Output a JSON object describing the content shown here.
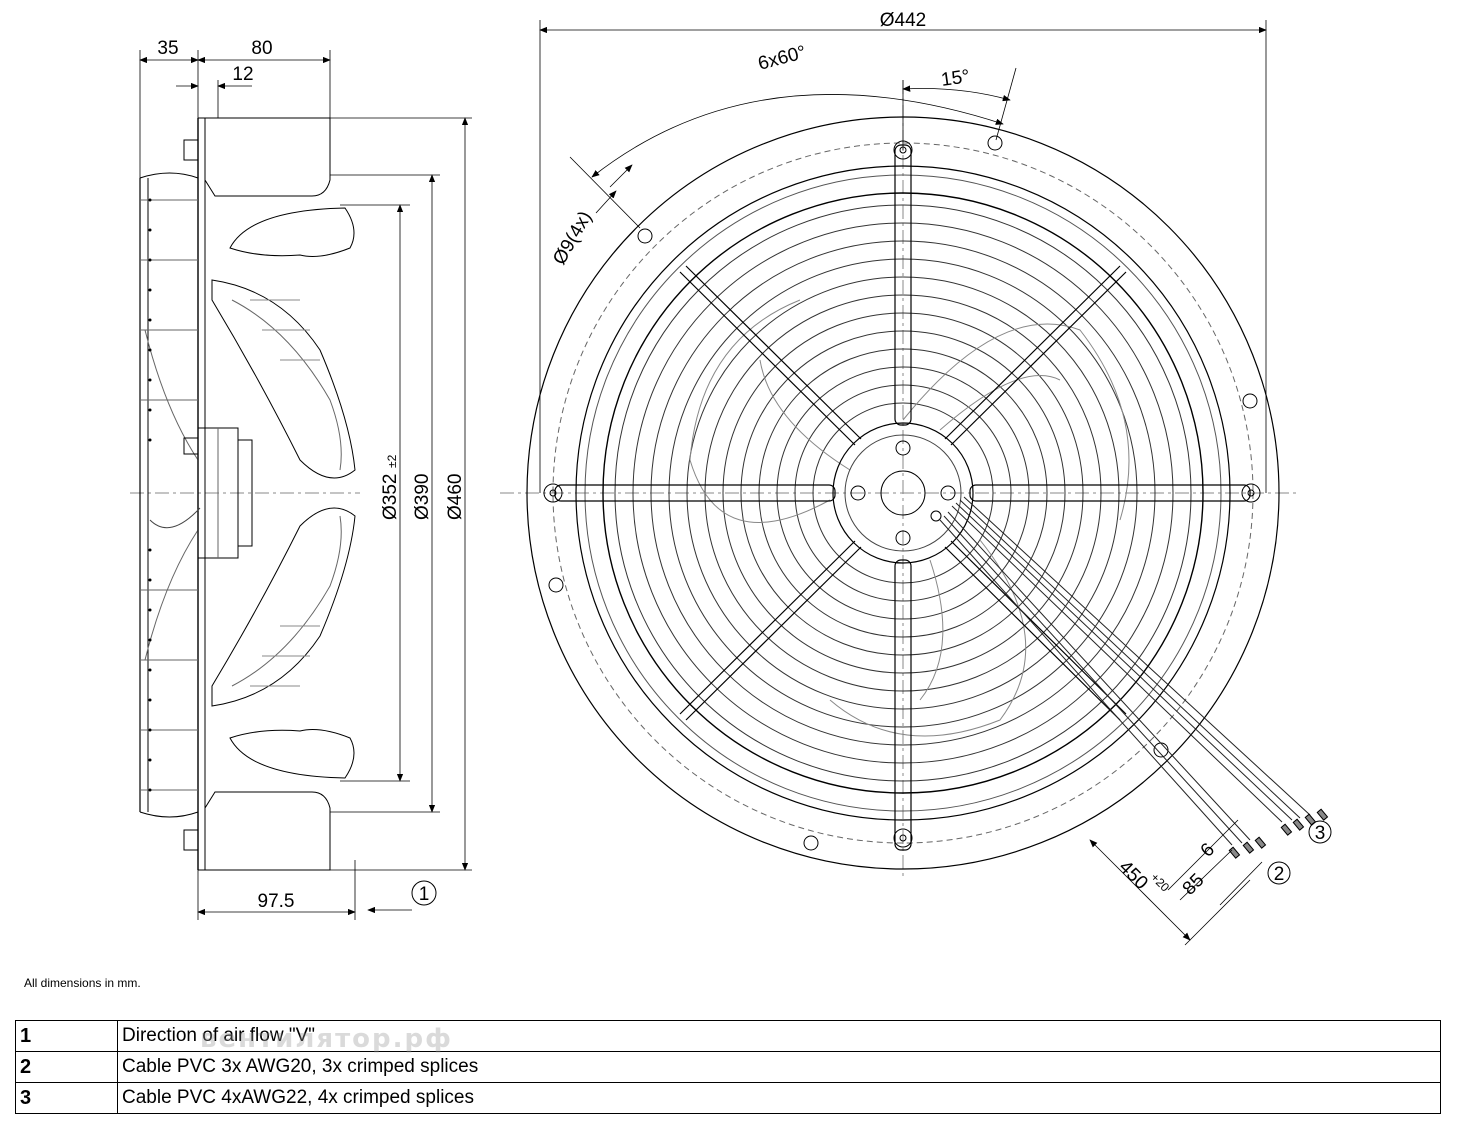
{
  "drawing": {
    "side_view": {
      "dims": {
        "d35": "35",
        "d80": "80",
        "d12": "12",
        "d97": "97.5",
        "d352": "Ø352",
        "tol352": "±2",
        "d390": "Ø390",
        "d460": "Ø460",
        "callout1": "1"
      }
    },
    "front_view": {
      "dims": {
        "d442": "Ø442",
        "angle_6x60": "6x60°",
        "angle_15": "15°",
        "hole": "Ø9(4x)",
        "cable_len": "450",
        "cable_tol": "+20",
        "strip6": "6",
        "strip85": "85",
        "callout2": "2",
        "callout3": "3"
      }
    }
  },
  "note": "All dimensions in mm.",
  "legend": [
    {
      "num": "1",
      "text": "Direction of air flow \"V\""
    },
    {
      "num": "2",
      "text": "Cable PVC 3x AWG20, 3x crimped splices"
    },
    {
      "num": "3",
      "text": "Cable PVC 4xAWG22, 4x crimped splices"
    }
  ],
  "watermark": "вентилятор.рф"
}
